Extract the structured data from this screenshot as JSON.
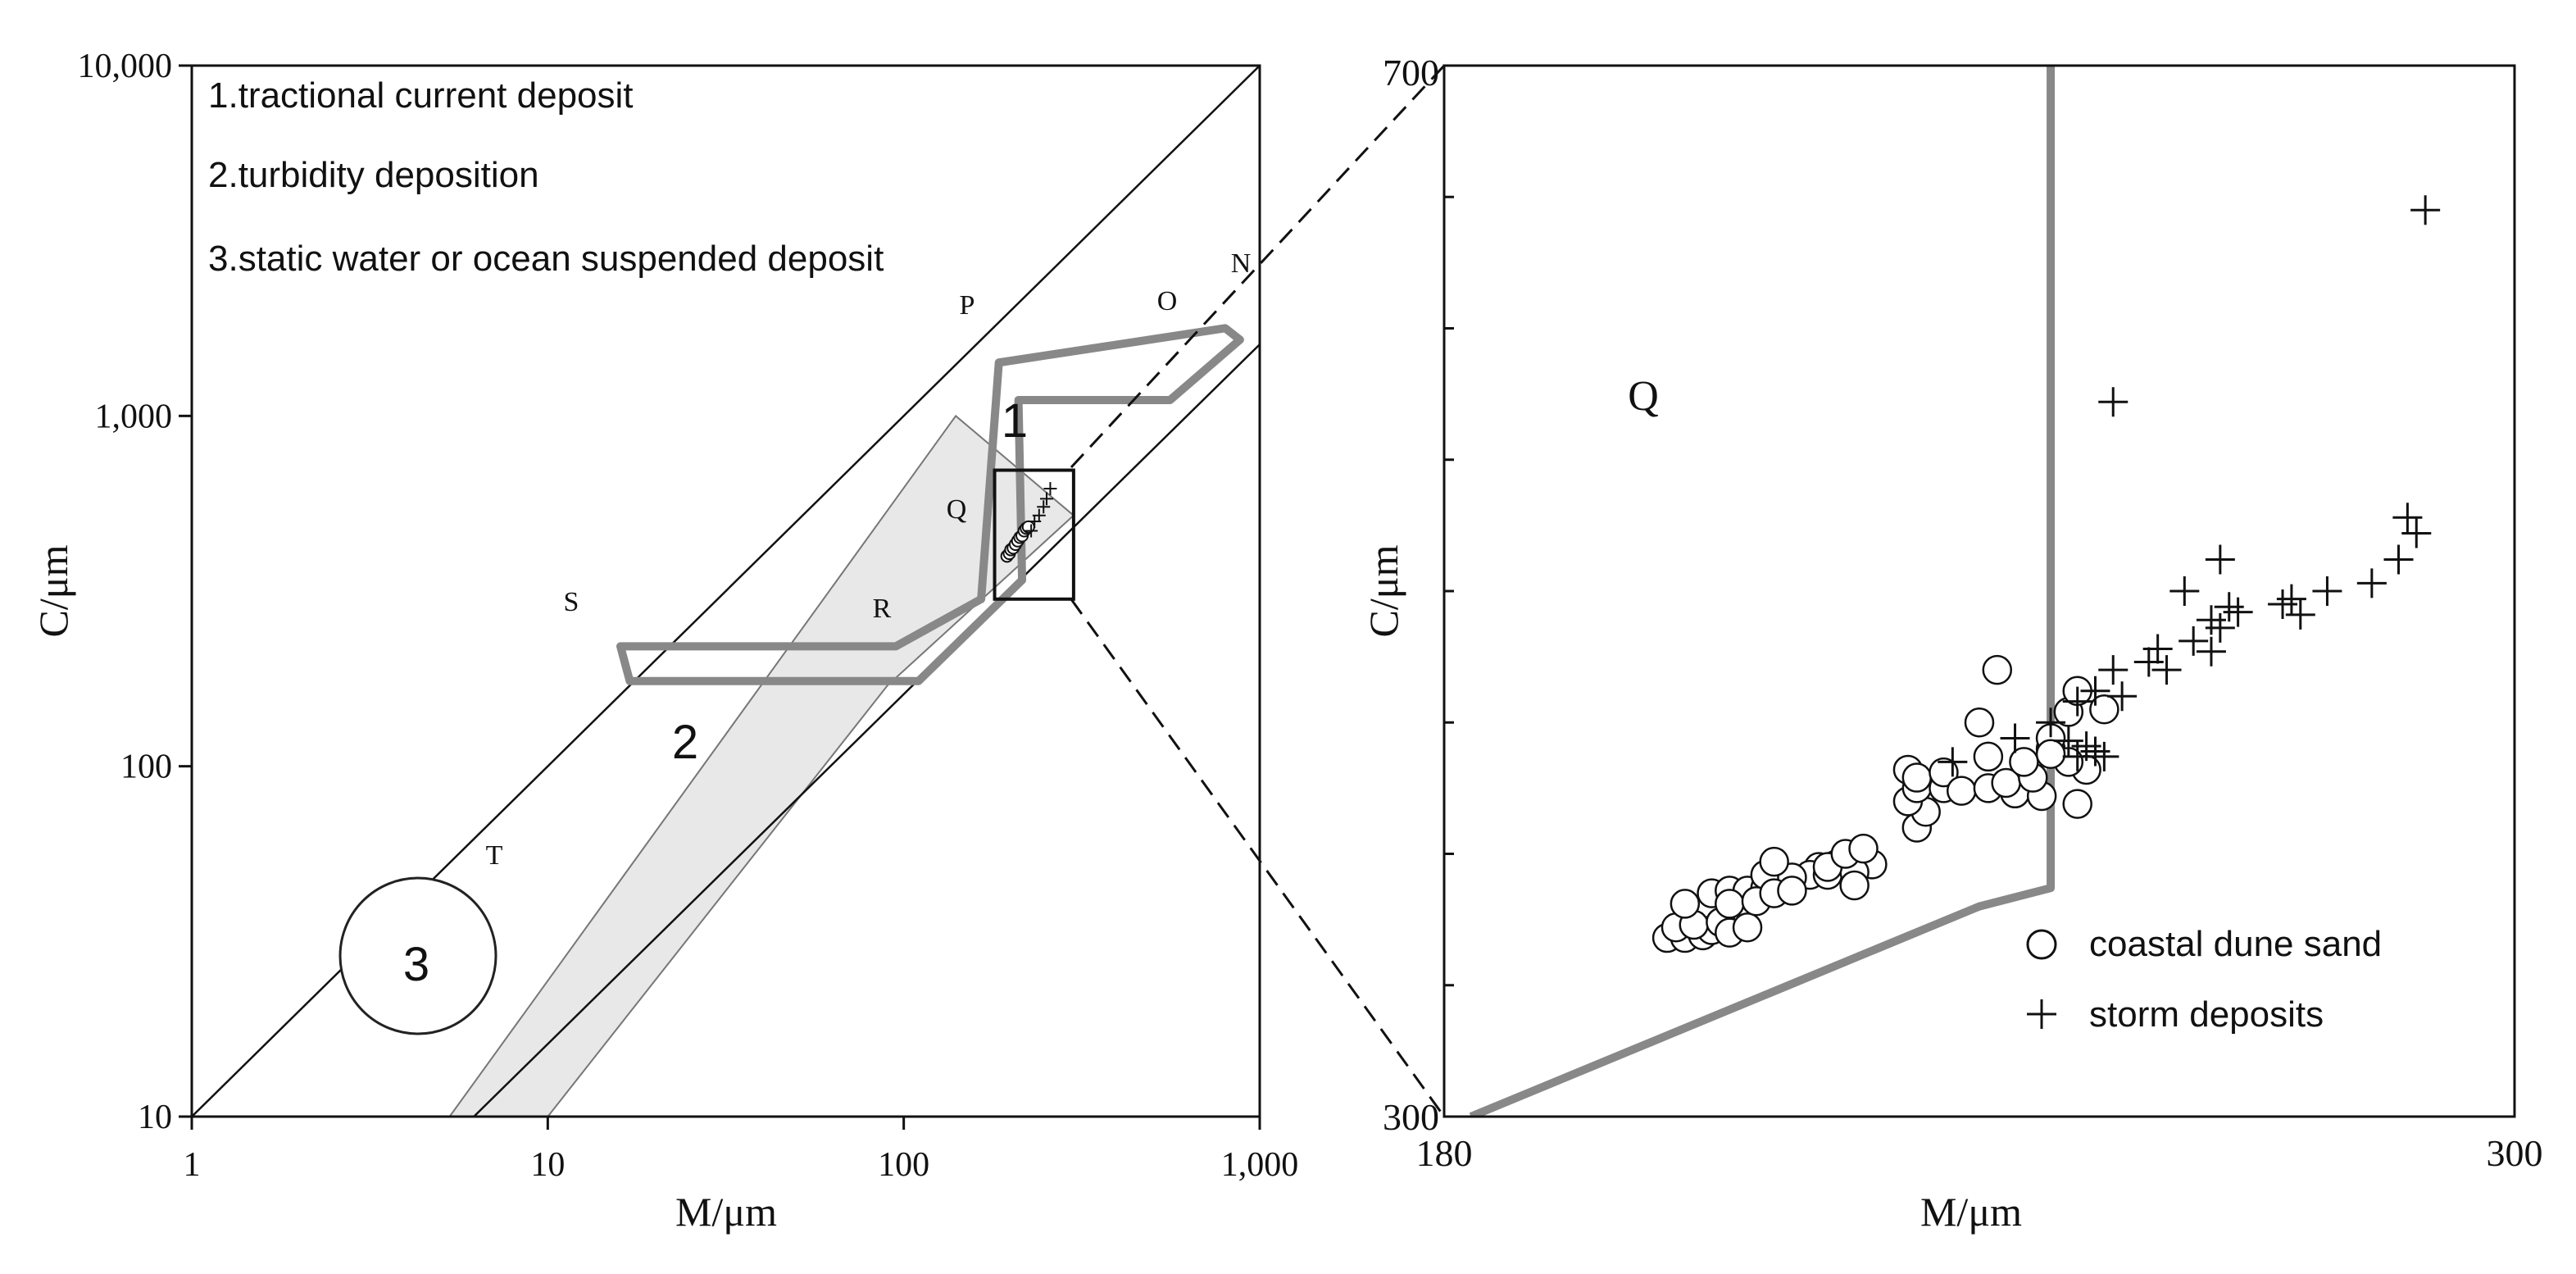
{
  "chart_data": [
    {
      "type": "scatter",
      "title": "",
      "xlabel": "M/μm",
      "ylabel": "C/μm",
      "xscale": "log",
      "yscale": "log",
      "xlim": [
        1,
        1000
      ],
      "ylim": [
        10,
        10000
      ],
      "xticks": [
        "1",
        "10",
        "100",
        "1,000"
      ],
      "yticks": [
        "10",
        "100",
        "1,000",
        "10,000"
      ],
      "grid": false,
      "notes": [
        "1.tractional current deposit",
        "2.turbidity deposition",
        "3.static water or ocean suspended deposit"
      ],
      "region_numbers": [
        "1",
        "2",
        "3"
      ],
      "segment_letters": [
        "N",
        "O",
        "P",
        "Q",
        "R",
        "S",
        "T"
      ],
      "reference_lines": [
        {
          "x": [
            1,
            1000
          ],
          "y": [
            10,
            10000
          ]
        },
        {
          "x": [
            6.2,
            1000
          ],
          "y": [
            10,
            1600
          ]
        }
      ],
      "field_2_outline": [
        [
          5.3,
          10
        ],
        [
          140,
          1000
        ],
        [
          300,
          520
        ],
        [
          90,
          170
        ],
        [
          10,
          10
        ]
      ],
      "field_1_outline": [
        [
          165,
          300
        ],
        [
          185,
          1420
        ],
        [
          800,
          1780
        ],
        [
          880,
          1650
        ],
        [
          560,
          1110
        ],
        [
          210,
          1110
        ],
        [
          215,
          340
        ]
      ],
      "inset_box": {
        "x": [
          180,
          300
        ],
        "y": [
          300,
          700
        ]
      },
      "series": [
        {
          "name": "coastal dune sand",
          "marker": "circle",
          "points": [
            [
              195,
              398
            ],
            [
              198,
              405
            ],
            [
              200,
              415
            ],
            [
              203,
              420
            ],
            [
              206,
              430
            ],
            [
              209,
              440
            ],
            [
              212,
              450
            ],
            [
              215,
              455
            ],
            [
              218,
              470
            ],
            [
              221,
              478
            ],
            [
              224,
              482
            ]
          ]
        },
        {
          "name": "storm deposits",
          "marker": "plus",
          "points": [
            [
              228,
              470
            ],
            [
              233,
              500
            ],
            [
              240,
              520
            ],
            [
              247,
              550
            ],
            [
              252,
              580
            ],
            [
              258,
              620
            ]
          ]
        }
      ]
    },
    {
      "type": "scatter",
      "title": "",
      "xlabel": "M/μm",
      "ylabel": "C/μm",
      "xlim": [
        180,
        300
      ],
      "ylim": [
        300,
        700
      ],
      "xticks": [
        "180",
        "300"
      ],
      "yticks": [
        "300",
        "700"
      ],
      "grid": false,
      "region_label": "Q",
      "boundary_line": [
        [
          183,
          300
        ],
        [
          240,
          380
        ],
        [
          248,
          387
        ],
        [
          248,
          700
        ]
      ],
      "legend": {
        "position": "bottom-right",
        "entries": [
          {
            "label": "coastal dune sand",
            "marker": "circle"
          },
          {
            "label": "storm deposits",
            "marker": "plus"
          }
        ]
      },
      "series": [
        {
          "name": "coastal dune sand",
          "marker": "circle",
          "points": [
            [
              205,
              368
            ],
            [
              207,
              368
            ],
            [
              209,
              369
            ],
            [
              210,
              371
            ],
            [
              206,
              372
            ],
            [
              208,
              373
            ],
            [
              211,
              374
            ],
            [
              212,
              370
            ],
            [
              214,
              372
            ],
            [
              207,
              381
            ],
            [
              210,
              385
            ],
            [
              212,
              386
            ],
            [
              214,
              386
            ],
            [
              216,
              387
            ],
            [
              218,
              390
            ],
            [
              222,
              395
            ],
            [
              224,
              396
            ],
            [
              221,
              392
            ],
            [
              223,
              392
            ],
            [
              228,
              396
            ],
            [
              226,
              393
            ],
            [
              216,
              392
            ],
            [
              219,
              391
            ],
            [
              212,
              381
            ],
            [
              215,
              382
            ],
            [
              217,
              385
            ],
            [
              219,
              386
            ],
            [
              223,
              395
            ],
            [
              225,
              400
            ],
            [
              227,
              402
            ],
            [
              217,
              397
            ],
            [
              226,
              388
            ],
            [
              233,
              410
            ],
            [
              234,
              416
            ],
            [
              232,
              420
            ],
            [
              233,
              425
            ],
            [
              232,
              432
            ],
            [
              236,
              425
            ],
            [
              233,
              429
            ],
            [
              236,
              431
            ],
            [
              238,
              424
            ],
            [
              241,
              425
            ],
            [
              244,
              423
            ],
            [
              243,
              427
            ],
            [
              247,
              422
            ],
            [
              246,
              429
            ],
            [
              245,
              435
            ],
            [
              248,
              440
            ],
            [
              252,
              432
            ],
            [
              241,
              437
            ],
            [
              250,
              435
            ],
            [
              251,
              419
            ],
            [
              242,
              470
            ],
            [
              248,
              444
            ],
            [
              240,
              450
            ],
            [
              248,
              438
            ],
            [
              250,
              454
            ],
            [
              251,
              462
            ],
            [
              254,
              455
            ]
          ]
        },
        {
          "name": "storm deposits",
          "marker": "plus",
          "points": [
            [
              237,
              435
            ],
            [
              244,
              444
            ],
            [
              250,
              443
            ],
            [
              248,
              450
            ],
            [
              251,
              437
            ],
            [
              254,
              437
            ],
            [
              252,
              441
            ],
            [
              253,
              439
            ],
            [
              251,
              458
            ],
            [
              256,
              460
            ],
            [
              253,
              462
            ],
            [
              255,
              470
            ],
            [
              259,
              473
            ],
            [
              261,
              470
            ],
            [
              260,
              478
            ],
            [
              264,
              481
            ],
            [
              266,
              477
            ],
            [
              267,
              486
            ],
            [
              266,
              489
            ],
            [
              268,
              494
            ],
            [
              269,
              492
            ],
            [
              274,
              495
            ],
            [
              275,
              497
            ],
            [
              276,
              491
            ],
            [
              279,
              500
            ],
            [
              284,
              503
            ],
            [
              287,
              512
            ],
            [
              289,
              522
            ],
            [
              288,
              528
            ],
            [
              290,
              645
            ],
            [
              255,
              572
            ],
            [
              263,
              500
            ],
            [
              267,
              512
            ]
          ]
        }
      ]
    }
  ]
}
